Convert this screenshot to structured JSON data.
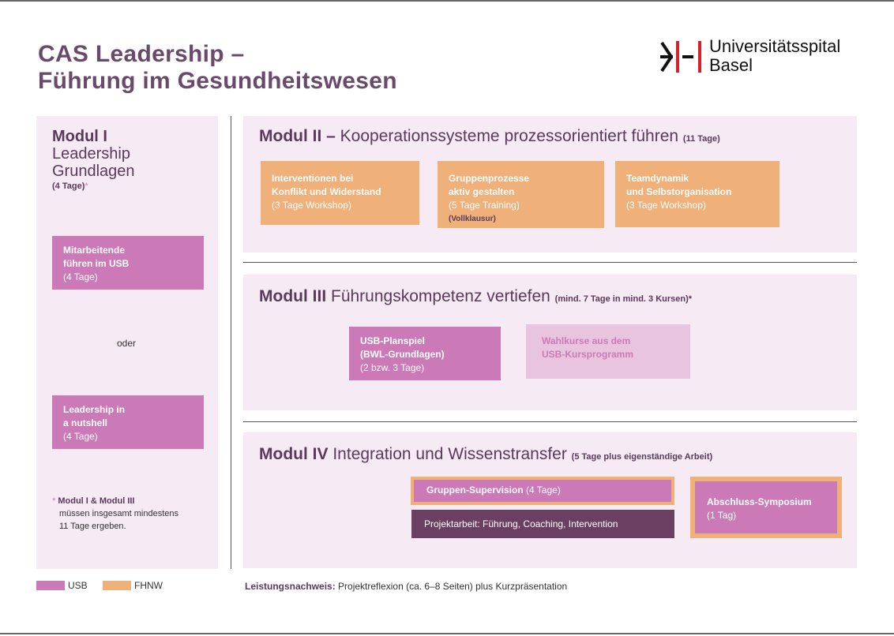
{
  "title": {
    "line1": "CAS Leadership –",
    "line2": "Führung im Gesundheitswesen"
  },
  "logo": {
    "line1": "Universitätsspital",
    "line2": "Basel"
  },
  "module1": {
    "name": "Modul I",
    "subtitle1": "Leadership",
    "subtitle2": "Grundlagen",
    "duration": "(4 Tage)",
    "star": "*",
    "box1": {
      "line1": "Mitarbeitende",
      "line2": "führen im USB",
      "line3": "(4 Tage)"
    },
    "or": "oder",
    "box2": {
      "line1": "Leadership in",
      "line2": "a nutshell",
      "line3": "(4 Tage)"
    },
    "note": {
      "star": "*",
      "line1": "Modul I & Modul III",
      "line2": "müssen insgesamt mindestens",
      "line3": "11 Tage ergeben."
    }
  },
  "module2": {
    "name": "Modul II –",
    "title": "Kooperationssysteme prozessorientiert führen",
    "duration": "(11 Tage)",
    "boxes": [
      {
        "line1": "Interventionen bei",
        "line2": "Konflikt und Widerstand",
        "line3": "(3 Tage Workshop)",
        "extra": ""
      },
      {
        "line1": "Gruppenprozesse",
        "line2": "aktiv gestalten",
        "line3": "(5 Tage Training)",
        "extra": "(Vollklausur)"
      },
      {
        "line1": "Teamdynamik",
        "line2": "und Selbstorganisation",
        "line3": "(3 Tage Workshop)",
        "extra": ""
      }
    ]
  },
  "module3": {
    "name": "Modul III",
    "title": "Führungskompetenz vertiefen",
    "duration": "(mind. 7 Tage in mind. 3 Kursen)*",
    "box1": {
      "line1": "USB-Planspiel",
      "line2": "(BWL-Grundlagen)",
      "line3": "(2 bzw. 3 Tage)"
    },
    "box2": {
      "line1": "Wahlkurse aus dem",
      "line2": "USB-Kursprogramm"
    }
  },
  "module4": {
    "name": "Modul IV",
    "title": "Integration und Wissenstransfer",
    "duration": "(5 Tage plus eigenständige Arbeit)",
    "supervision": {
      "bold": "Gruppen-Supervision",
      "rest": " (4 Tage)"
    },
    "projekt": "Projektarbeit: Führung, Coaching, Intervention",
    "symposium": {
      "line1": "Abschluss-Symposium",
      "line2": "(1 Tag)"
    }
  },
  "legend": {
    "usb": "USB",
    "fhnw": "FHNW",
    "usb_color": "#cc7ab7",
    "fhnw_color": "#f0b07a"
  },
  "footer": {
    "label": "Leistungsnachweis:",
    "text": " Projektreflexion (ca. 6–8 Seiten) plus Kurzpräsentation"
  }
}
